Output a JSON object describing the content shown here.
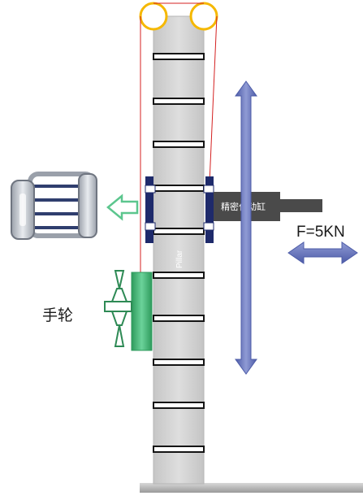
{
  "diagram": {
    "pillar_label": "Pillar",
    "actuator_label": "精密作动缸",
    "force_label": "F=5KN",
    "handwheel_label": "手轮",
    "colors": {
      "pillar": "#d4d4d4",
      "rung": "#151515",
      "pulley": "#f5b800",
      "cable": "#d42020",
      "bracket": "#1e2a6b",
      "actuator_body": "#4a4a4a",
      "handwheel": "#3aaa6c",
      "hollow_arrow": "#5cc68e",
      "blue_arrow": "#6676bc"
    },
    "icons": [
      "pulley-icon",
      "cage-fixture-icon",
      "handwheel-icon",
      "hollow-left-arrow-icon",
      "vertical-double-arrow-icon",
      "horizontal-double-arrow-icon"
    ]
  }
}
